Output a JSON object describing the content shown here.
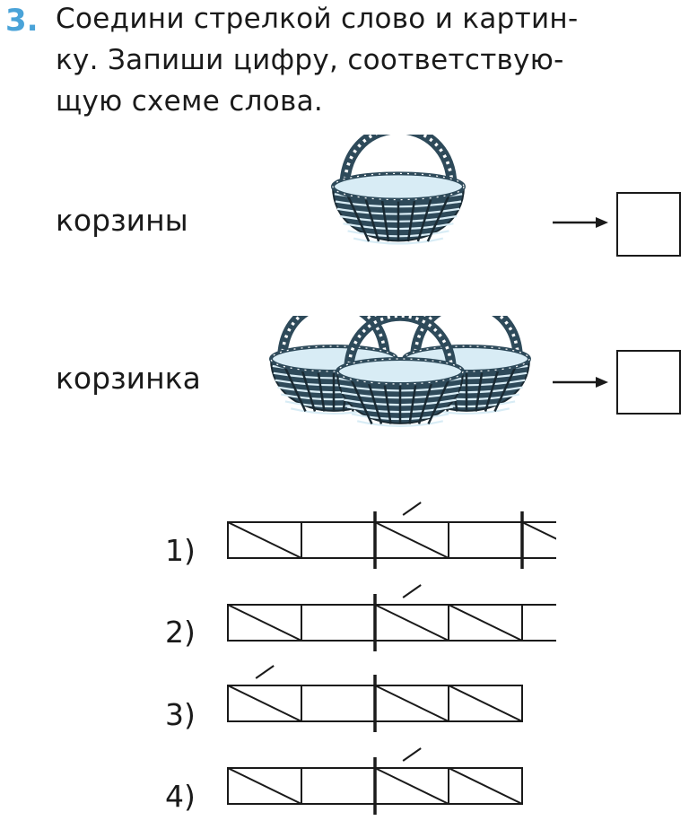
{
  "task": {
    "number": "3.",
    "lines": [
      "Соедини стрелкой слово и картин-",
      "ку. Запиши цифру, соответствую-",
      "щую схеме слова."
    ]
  },
  "words": [
    {
      "text": "корзины",
      "picture": "basket-icon"
    },
    {
      "text": "корзинка",
      "picture": "three-baskets-icon"
    }
  ],
  "schemes": [
    {
      "label": "1)",
      "cells": [
        "d",
        "e",
        "d",
        "e",
        "d"
      ],
      "dividers_after": [
        1,
        3
      ],
      "stress_cell": 2
    },
    {
      "label": "2)",
      "cells": [
        "d",
        "e",
        "d",
        "d",
        "e"
      ],
      "dividers_after": [
        1
      ],
      "stress_cell": 2
    },
    {
      "label": "3)",
      "cells": [
        "d",
        "e",
        "d",
        "d"
      ],
      "dividers_after": [
        1
      ],
      "stress_cell": 0
    },
    {
      "label": "4)",
      "cells": [
        "d",
        "e",
        "d",
        "d"
      ],
      "dividers_after": [
        1
      ],
      "stress_cell": 2
    }
  ],
  "colors": {
    "accent": "#4aa3d8",
    "basket_dark": "#2e4a5a",
    "basket_light": "#d8ecf5",
    "ink": "#1a1a1a"
  }
}
